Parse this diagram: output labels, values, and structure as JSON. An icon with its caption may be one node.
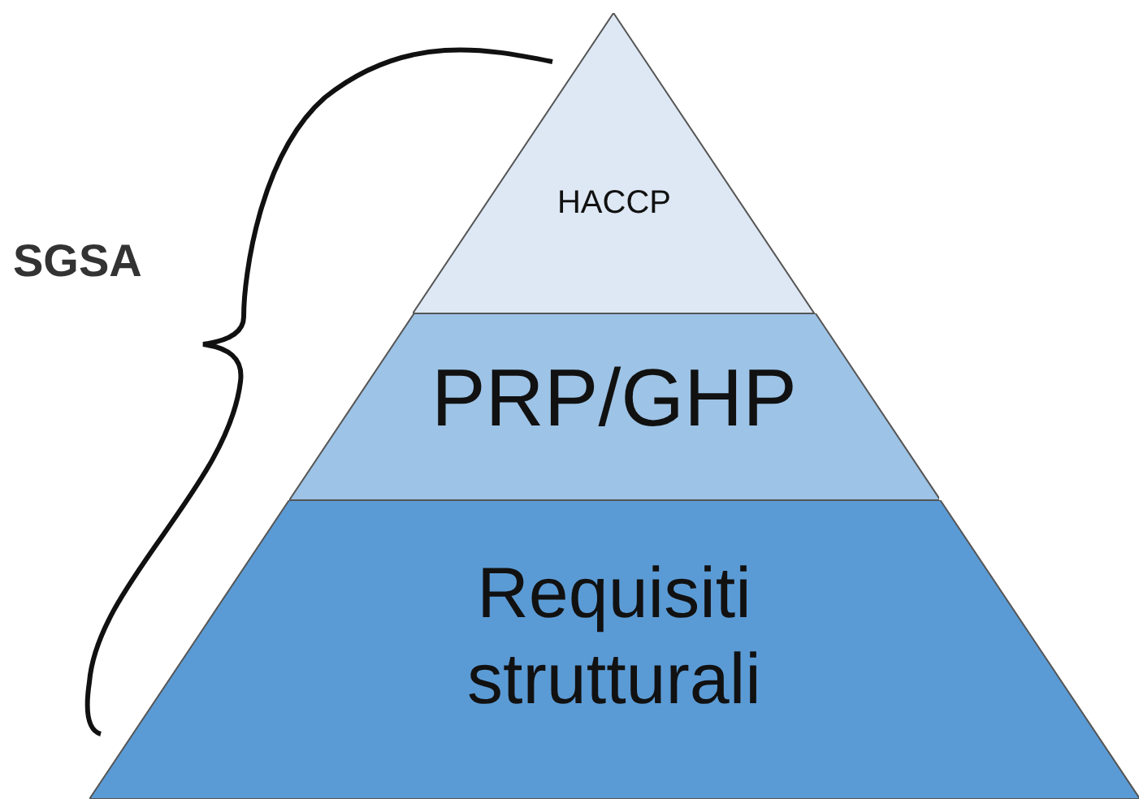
{
  "diagram": {
    "nodes": [
      {
        "text": [
          "HACCP"
        ]
      },
      {
        "text": [
          "PRP/GHP"
        ]
      },
      {
        "text": [
          "Requisiti strutturali"
        ]
      }
    ],
    "labels": [
      "SGSA"
    ]
  }
}
